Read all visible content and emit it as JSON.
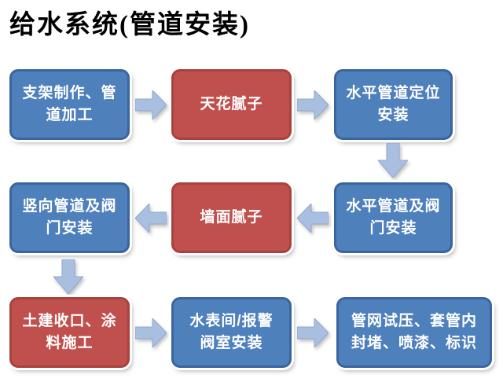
{
  "title": "给水系统(管道安装)",
  "colors": {
    "background": "#ffffff",
    "title_color": "#000000",
    "text": "#ffffff",
    "blue_fill": "#4E80BC",
    "blue_border": "#3A659E",
    "red_fill": "#C0504D",
    "red_border": "#A8423F",
    "arrow_fill": "#A9BFDF",
    "arrow_border": "#8FA9CE"
  },
  "boxes": [
    {
      "label": "支架制作、管道加工",
      "variant": "blue"
    },
    {
      "label": "天花腻子",
      "variant": "red"
    },
    {
      "label": "水平管道定位安装",
      "variant": "blue"
    },
    {
      "label": "竖向管道及阀门安装",
      "variant": "blue"
    },
    {
      "label": "墙面腻子",
      "variant": "red"
    },
    {
      "label": "水平管道及阀门安装",
      "variant": "blue"
    },
    {
      "label": "土建收口、涂料施工",
      "variant": "red"
    },
    {
      "label": "水表间/报警阀室安装",
      "variant": "blue"
    },
    {
      "label": "管网试压、套管内封堵、喷漆、标识",
      "variant": "blue"
    }
  ],
  "arrows": [
    {
      "type": "right",
      "from": 1,
      "to": 2
    },
    {
      "type": "right",
      "from": 2,
      "to": 3
    },
    {
      "type": "down",
      "from": 3,
      "to": 6
    },
    {
      "type": "left",
      "from": 6,
      "to": 5
    },
    {
      "type": "left",
      "from": 5,
      "to": 4
    },
    {
      "type": "down",
      "from": 4,
      "to": 7
    },
    {
      "type": "right",
      "from": 7,
      "to": 8
    },
    {
      "type": "right",
      "from": 8,
      "to": 9
    }
  ]
}
